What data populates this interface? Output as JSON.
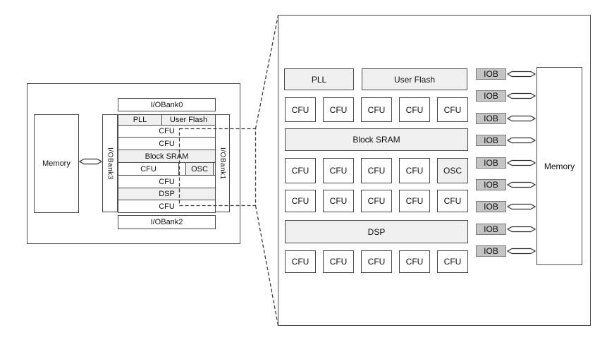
{
  "colors": {
    "background": "#ffffff",
    "light_block_fill": "#f0f0f0",
    "white_block_fill": "#ffffff",
    "iob_fill": "#c4c4c4",
    "border": "#4a4a4a",
    "dashed_line": "#3c3c3c"
  },
  "icons": {
    "bidirectional_arrow": "double-headed-open-arrow"
  },
  "left_diagram": {
    "memory_label": "Memory",
    "iobanks": {
      "top": "I/OBank0",
      "right": "I/OBank1",
      "bottom": "I/OBank2",
      "left": "I/OBank3"
    },
    "rows": [
      {
        "cells": [
          "PLL",
          "User Flash"
        ]
      },
      {
        "cells": [
          "CFU"
        ]
      },
      {
        "cells": [
          "CFU"
        ]
      },
      {
        "cells": [
          "Block SRAM"
        ]
      },
      {
        "cells": [
          "CFU",
          "OSC"
        ]
      },
      {
        "cells": [
          "CFU"
        ]
      },
      {
        "cells": [
          "DSP"
        ]
      },
      {
        "cells": [
          "CFU"
        ]
      }
    ]
  },
  "right_diagram": {
    "rows": [
      {
        "cells": [
          "PLL",
          "User Flash"
        ]
      },
      {
        "cells": [
          "CFU",
          "CFU",
          "CFU",
          "CFU",
          "CFU"
        ]
      },
      {
        "cells": [
          "Block SRAM"
        ]
      },
      {
        "cells": [
          "CFU",
          "CFU",
          "CFU",
          "CFU",
          "OSC"
        ]
      },
      {
        "cells": [
          "CFU",
          "CFU",
          "CFU",
          "CFU",
          "CFU"
        ]
      },
      {
        "cells": [
          "DSP"
        ]
      },
      {
        "cells": [
          "CFU",
          "CFU",
          "CFU",
          "CFU",
          "CFU"
        ]
      }
    ],
    "iob_labels": [
      "IOB",
      "IOB",
      "IOB",
      "IOB",
      "IOB",
      "IOB",
      "IOB",
      "IOB",
      "IOB"
    ],
    "memory_label": "Memory"
  }
}
